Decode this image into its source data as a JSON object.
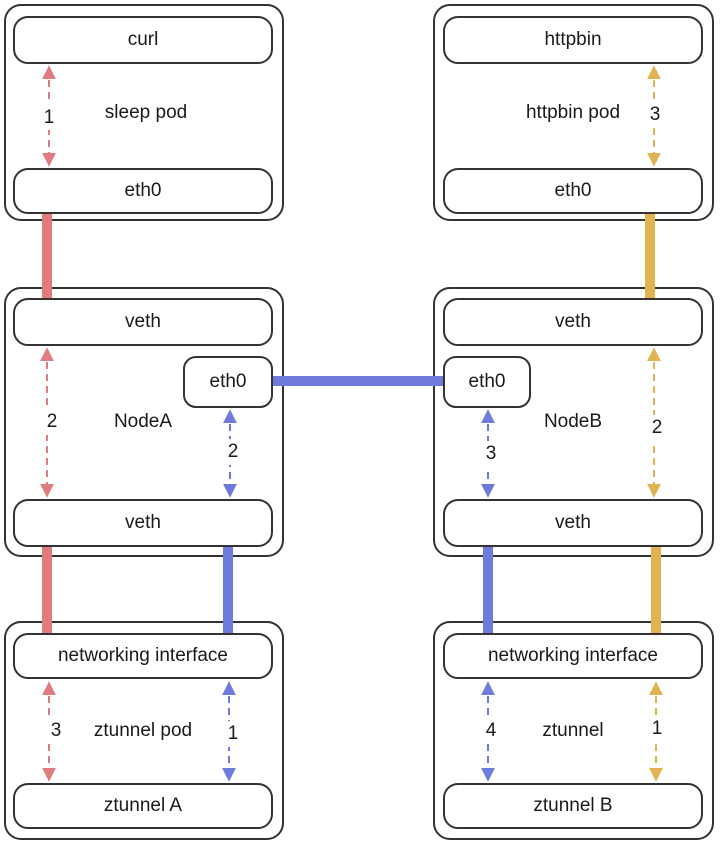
{
  "colors": {
    "red": "#E07B80",
    "blue": "#6F7BDA",
    "yellow": "#E1B453"
  },
  "sleep_pod": {
    "app": "curl",
    "label": "sleep pod",
    "eth": "eth0",
    "step": "1"
  },
  "httpbin_pod": {
    "app": "httpbin",
    "label": "httpbin pod",
    "eth": "eth0",
    "step": "3"
  },
  "node_a": {
    "label": "NodeA",
    "veth_top": "veth",
    "veth_bottom": "veth",
    "eth": "eth0",
    "step_red": "2",
    "step_blue": "2"
  },
  "node_b": {
    "label": "NodeB",
    "veth_top": "veth",
    "veth_bottom": "veth",
    "eth": "eth0",
    "step_blue": "3",
    "step_yellow": "2"
  },
  "ztunnel_a": {
    "label": "ztunnel pod",
    "iface": "networking interface",
    "name": "ztunnel A",
    "step_red": "3",
    "step_blue": "1"
  },
  "ztunnel_b": {
    "label": "ztunnel",
    "iface": "networking interface",
    "name": "ztunnel B",
    "step_blue": "4",
    "step_yellow": "1"
  }
}
